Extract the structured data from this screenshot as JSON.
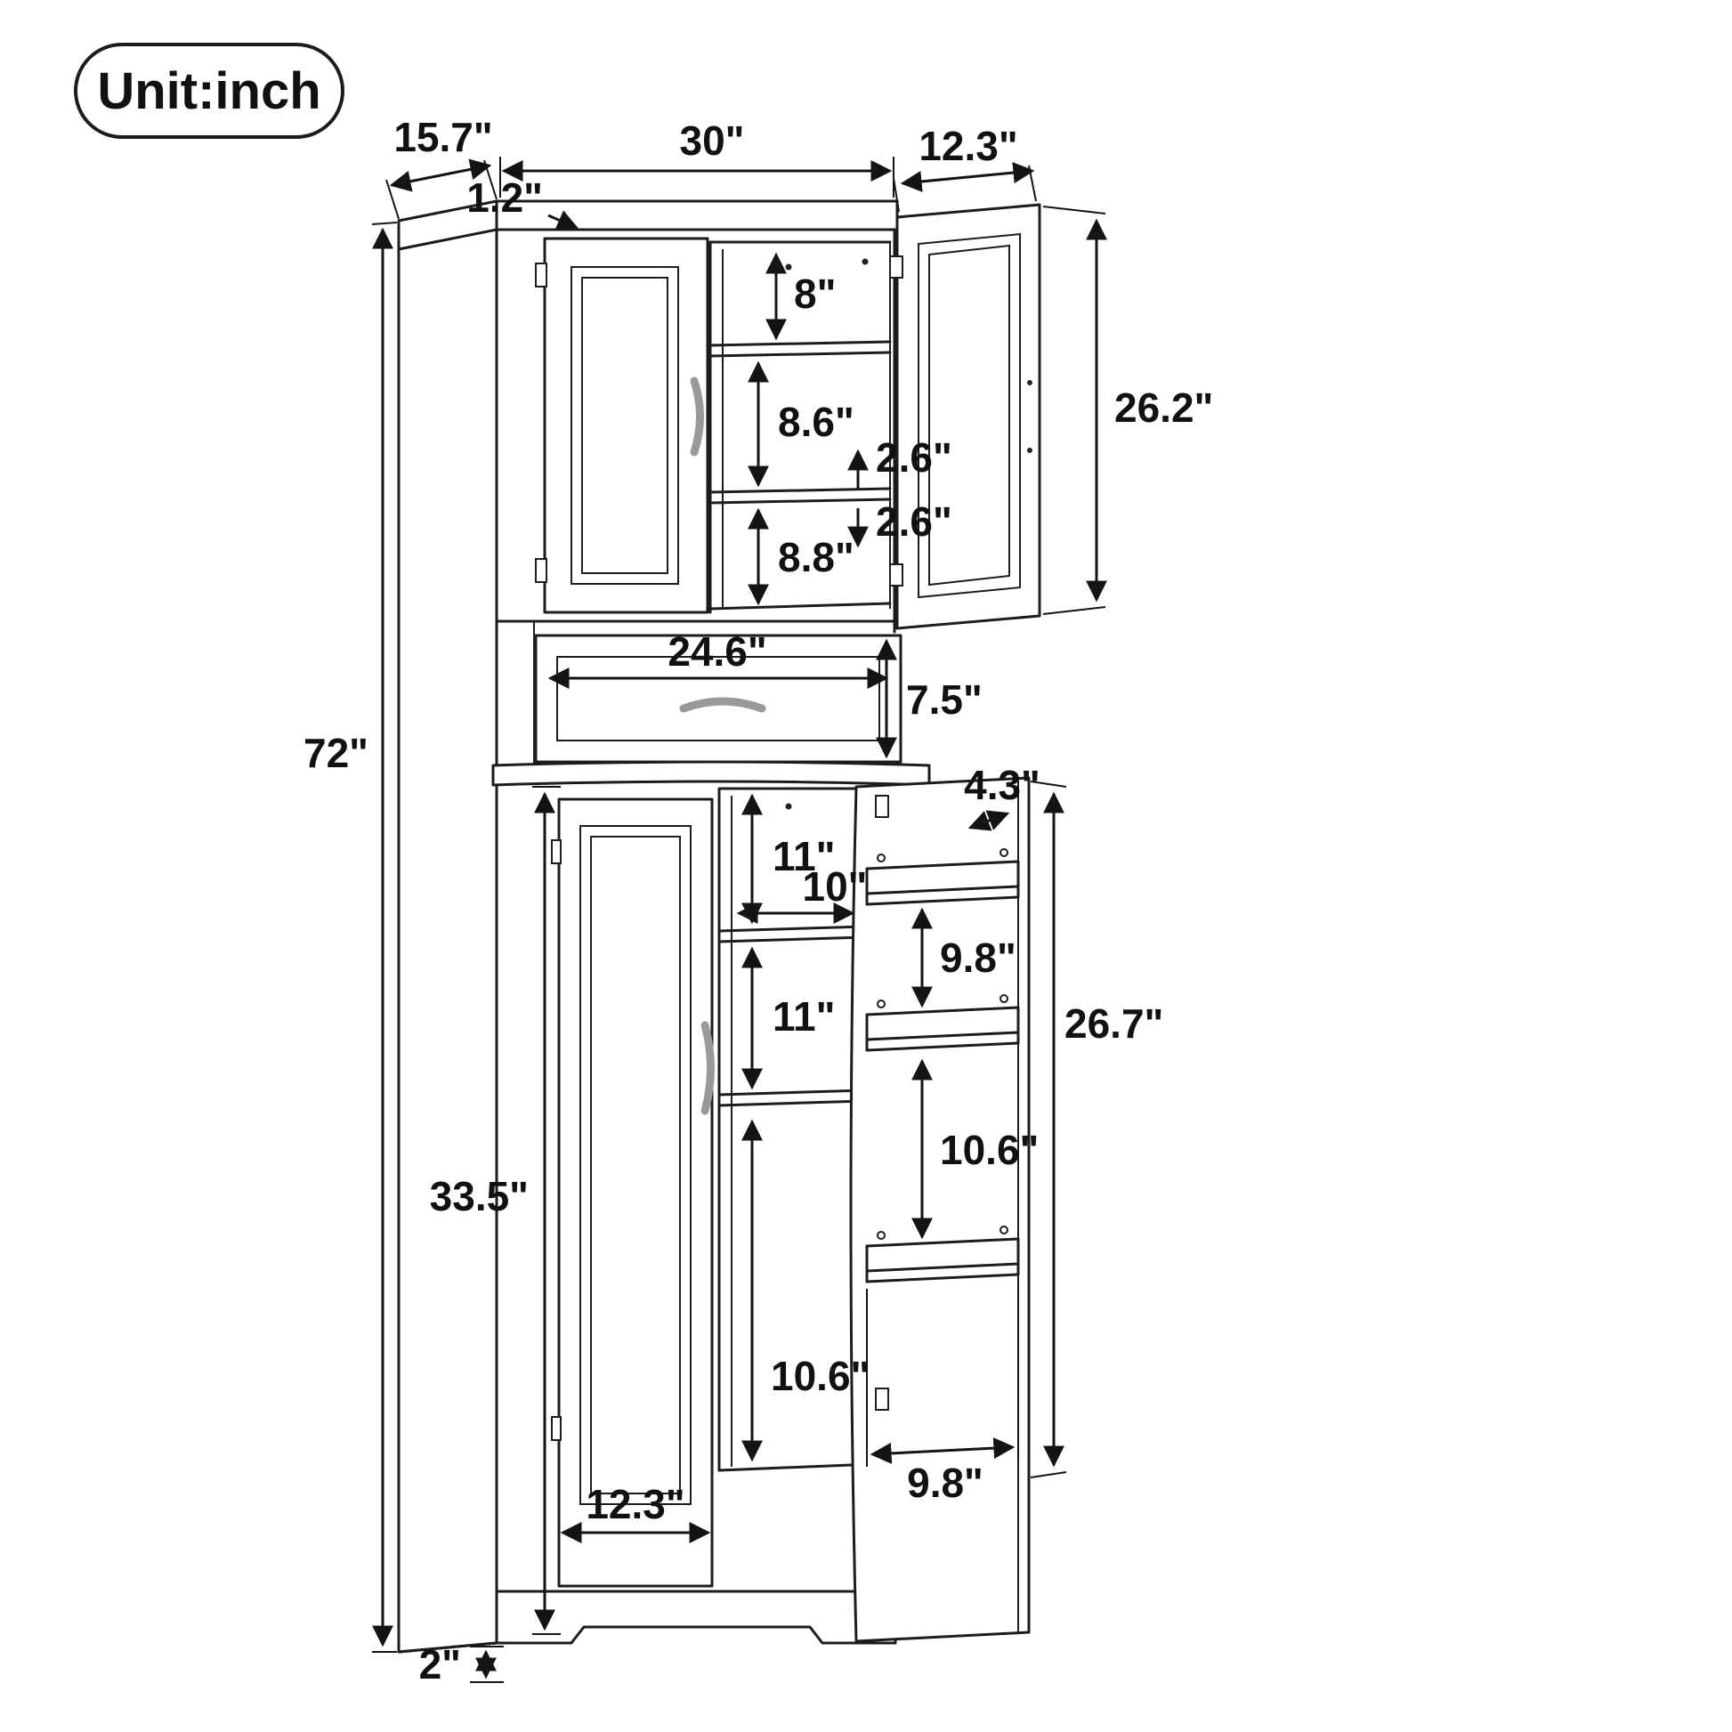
{
  "badge": {
    "label": "Unit:inch"
  },
  "diagram": {
    "overall": {
      "height": "72\"",
      "width": "30\"",
      "depth": "15.7\"",
      "top_thickness": "1.2\"",
      "base_height": "2\""
    },
    "upper_cabinet": {
      "door_width": "12.3\"",
      "door_height": "26.2\"",
      "compartment_top": "8\"",
      "compartment_middle": "8.6\"",
      "compartment_bottom": "8.8\"",
      "shelf_adjust_up": "2.6\"",
      "shelf_adjust_down": "2.6\""
    },
    "drawer": {
      "width": "24.6\"",
      "height": "7.5\""
    },
    "lower_cabinet": {
      "height": "33.5\"",
      "door_width": "12.3\"",
      "door_height": "26.7\"",
      "compartment_1": "11\"",
      "compartment_2": "11\"",
      "compartment_3": "10.6\"",
      "shelf_width": "10\"",
      "door_rack_depth": "4.3\"",
      "door_rack_gap_top": "9.8\"",
      "door_rack_gap_bottom": "10.6\"",
      "door_rack_width": "9.8\""
    }
  },
  "colors": {
    "line": "#1c1c1c",
    "handle": "#999999",
    "background": "#ffffff"
  }
}
